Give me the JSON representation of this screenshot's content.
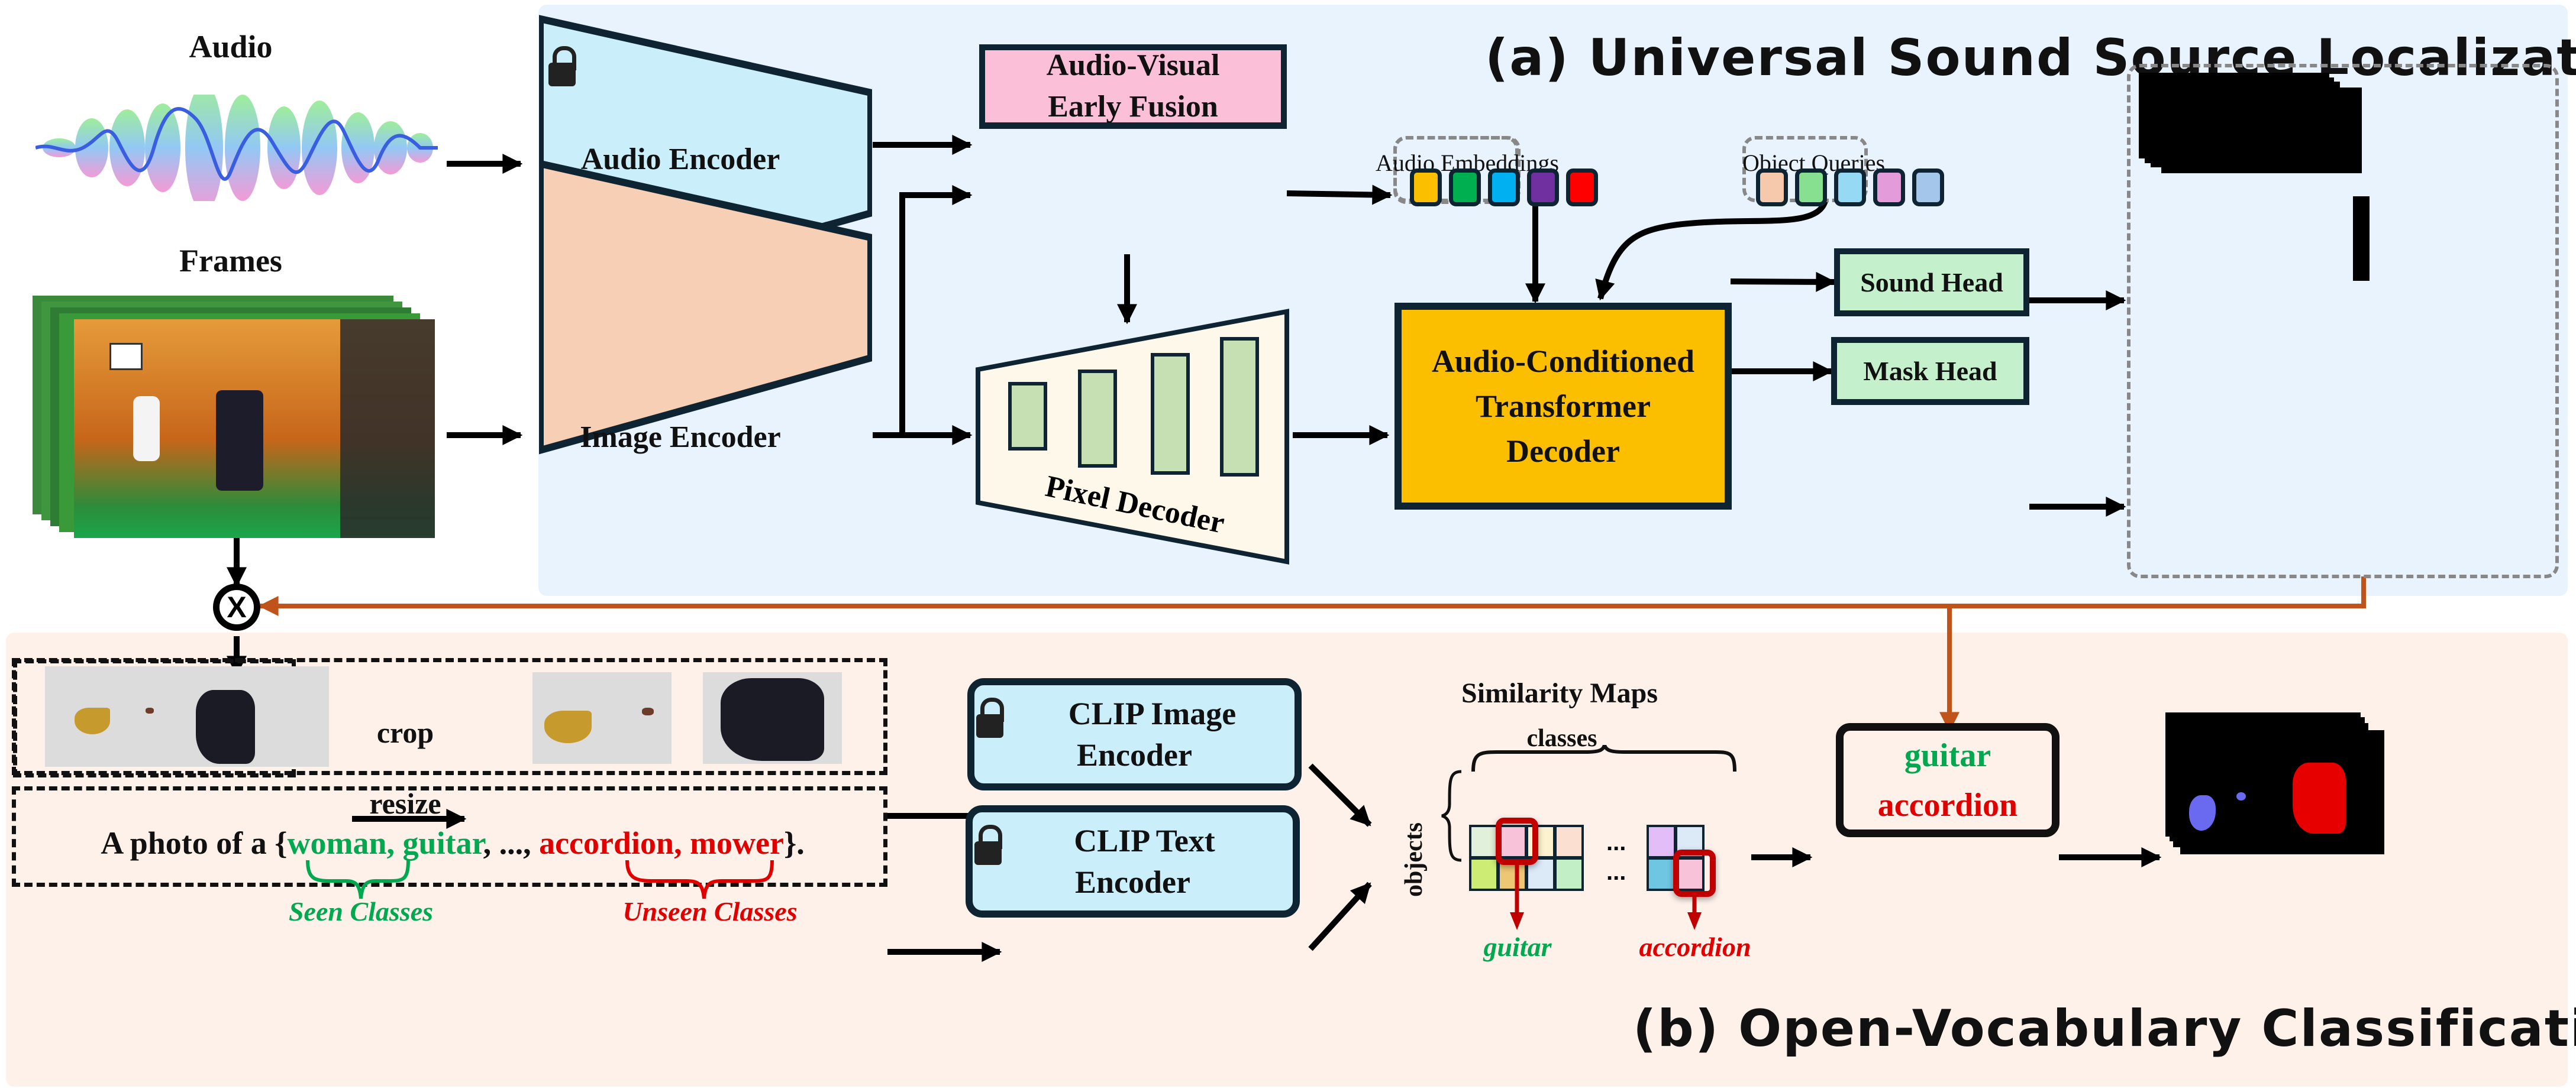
{
  "inputs": {
    "audio_label": "Audio",
    "frames_label": "Frames"
  },
  "panel_a": {
    "title": "(a) Universal Sound Source Localization",
    "audio_encoder": "Audio Encoder",
    "image_encoder": "Image Encoder",
    "fusion_line1": "Audio-Visual",
    "fusion_line2": "Early Fusion",
    "pixel_decoder": "Pixel Decoder",
    "audio_embeddings_label": "Audio Embeddings",
    "audio_embedding_colors": [
      "#fbbf00",
      "#00b050",
      "#00b0f0",
      "#7030a0",
      "#ff0000"
    ],
    "object_queries_label": "Object Queries",
    "object_query_colors": [
      "#f6c9ad",
      "#86e08f",
      "#95d9f5",
      "#e39bd9",
      "#a3c6ea"
    ],
    "decoder_line1": "Audio-Conditioned",
    "decoder_line2": "Transformer",
    "decoder_line3": "Decoder",
    "sound_head": "Sound Head",
    "mask_head": "Mask Head"
  },
  "panel_b": {
    "title": "(b) Open-Vocabulary Classification",
    "crop_label": "crop",
    "resize_label": "resize",
    "prompt_prefix": "A photo of a {",
    "prompt_seen": "woman, guitar",
    "prompt_mid": ", ...,",
    "prompt_unseen": "accordion, mower",
    "prompt_suffix": "}.",
    "seen_classes_label": "Seen Classes",
    "unseen_classes_label": "Unseen Classes",
    "clip_image_line1": "CLIP Image",
    "clip_image_line2": "Encoder",
    "clip_text_line1": "CLIP Text",
    "clip_text_line2": "Encoder",
    "similarity_title": "Similarity Maps",
    "classes_label": "classes",
    "objects_label": "objects",
    "ellipsis": "...",
    "sim_grid_left": [
      [
        "#e1f0da",
        "#f8c3d8",
        "#fdf2cf",
        "#fbe0d2"
      ],
      [
        "#cdec74",
        "#eec774",
        "#dce9f7",
        "#c3efc6"
      ]
    ],
    "sim_grid_right": [
      [
        "#e2bdf8",
        "#dce9f7"
      ],
      [
        "#6fc6e3",
        "#f8c3d8"
      ]
    ],
    "pick_guitar": "guitar",
    "pick_accordion": "accordion",
    "result_guitar": "guitar",
    "result_accordion": "accordion",
    "multiply_symbol": "X"
  },
  "colors": {
    "seen": "#00a84f",
    "unseen": "#e00000",
    "flow_orange": "#c0531a",
    "highlight": "#c00000"
  }
}
